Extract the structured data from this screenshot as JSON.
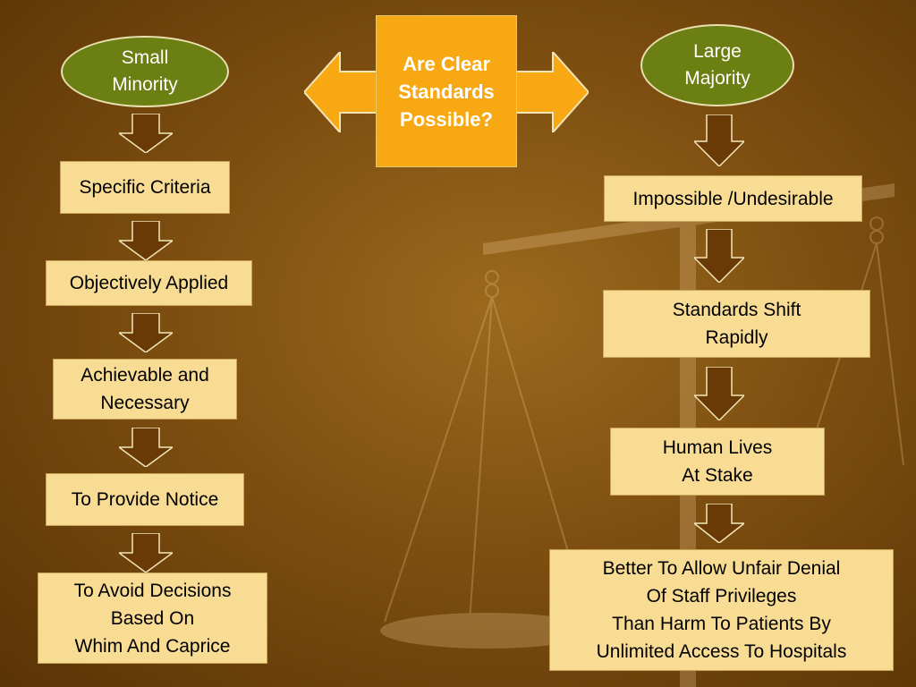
{
  "center": {
    "question": "Are Clear\nStandards\nPossible?"
  },
  "left": {
    "header": "Small\nMinority",
    "items": [
      "Specific Criteria",
      "Objectively Applied",
      "Achievable and\nNecessary",
      "To Provide Notice",
      "To Avoid Decisions\nBased On\nWhim And Caprice"
    ]
  },
  "right": {
    "header": "Large\nMajority",
    "items": [
      "Impossible /Undesirable",
      "Standards Shift\nRapidly",
      "Human Lives\nAt Stake",
      "Better To Allow Unfair Denial\nOf Staff Privileges\nThan Harm To Patients By\nUnlimited Access To Hospitals"
    ]
  },
  "colors": {
    "box_fill": "#f8dc94",
    "oval_fill": "#6b7f13",
    "center_fill": "#f7a812",
    "arrow_fill": "#6a3a06"
  }
}
